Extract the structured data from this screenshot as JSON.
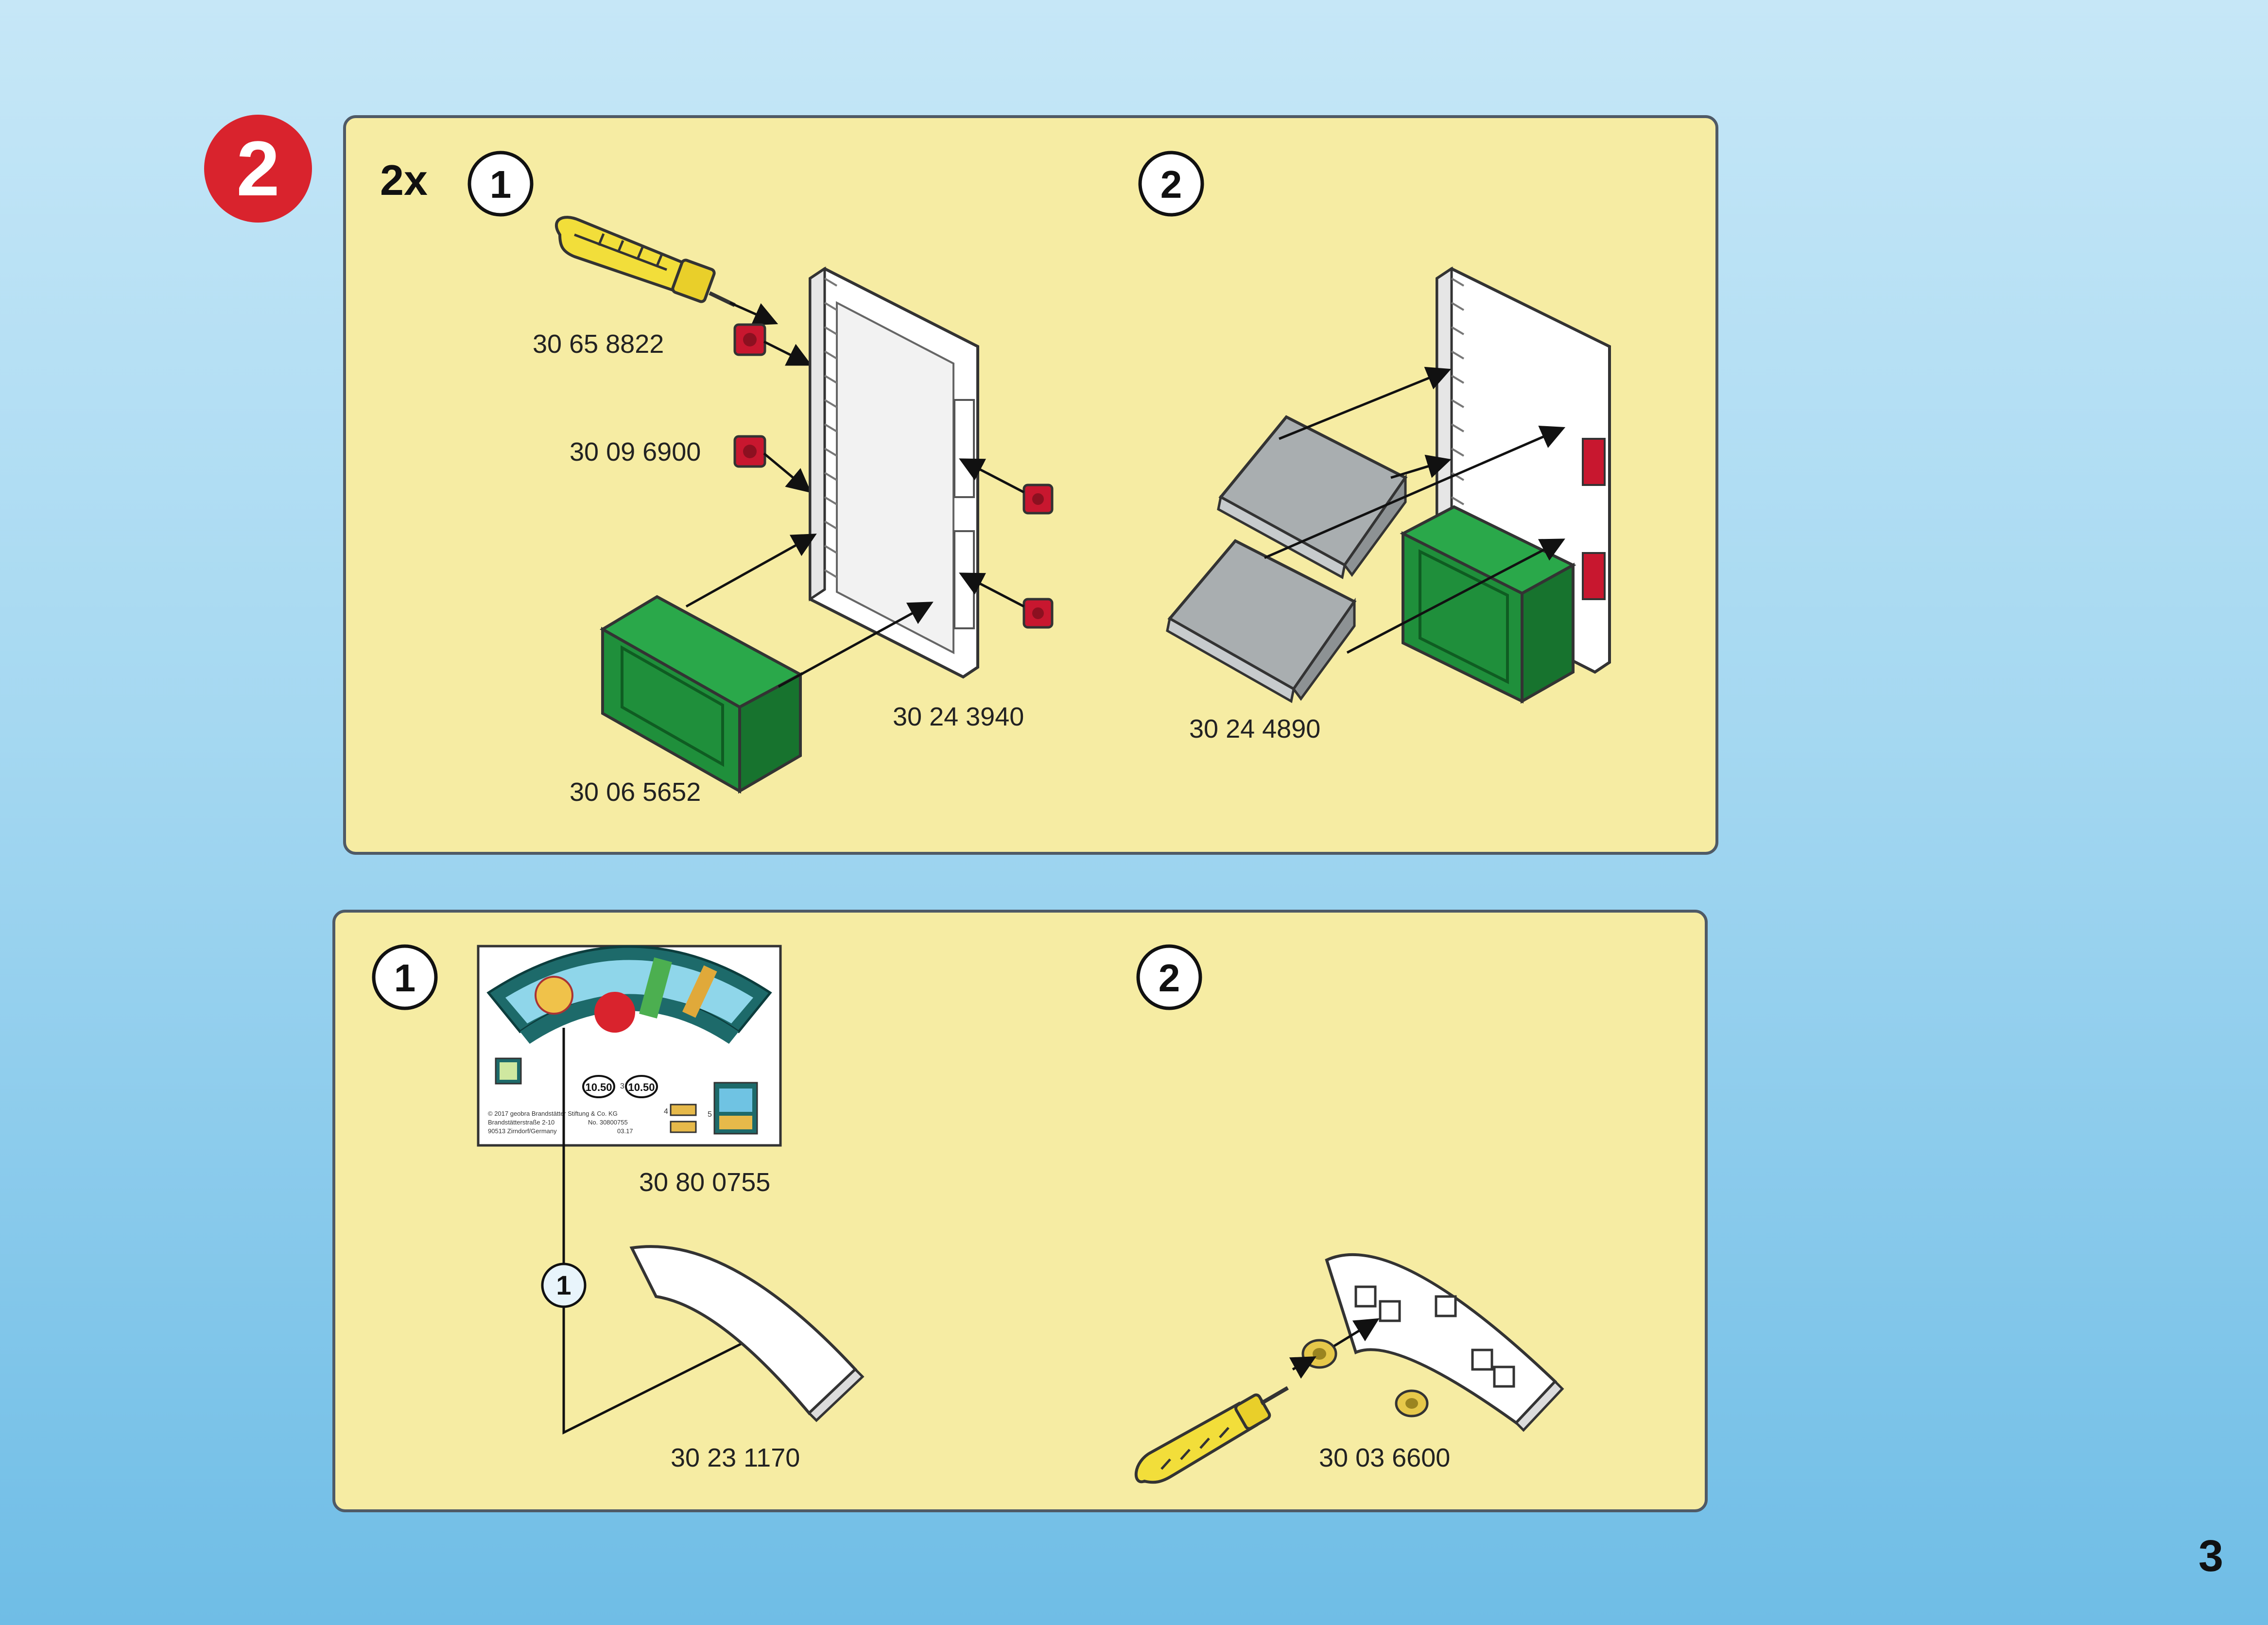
{
  "step": {
    "number": "2"
  },
  "top_panel": {
    "multiplier": "2x",
    "substep_1": "1",
    "substep_2": "2",
    "parts": {
      "screwdriver": "30 65 8822",
      "clip": "30 09 6900",
      "frame": "30 24 3940",
      "green_block": "30 06 5652",
      "slope": "30 24 4890"
    }
  },
  "bottom_panel": {
    "substep_1": "1",
    "substep_2": "2",
    "sticker_callout": "1",
    "parts": {
      "sticker_sheet": "30 80 0755",
      "arc_panel": "30 23 1170",
      "screw": "30 03 6600"
    },
    "sticker_sheet": {
      "price_1": "10.50",
      "price_2": "10.50",
      "index_3": "3",
      "index_4": "4",
      "index_5": "5",
      "copyright_lines": [
        "© 2017 geobra Brandstätter Stiftung & Co. KG",
        "Brandstätterstraße 2-10",
        "90513 Zirndorf/Germany"
      ],
      "article_no": "No. 30800755",
      "date_code": "03.17"
    }
  },
  "page_number": "3",
  "colors": {
    "step_red": "#d9232d",
    "panel_fill": "#f6eca3",
    "green_part": "#1f8f3b",
    "red_part": "#c8172f",
    "tool_yellow": "#f2de3a",
    "gray_part": "#a9aeb0"
  }
}
